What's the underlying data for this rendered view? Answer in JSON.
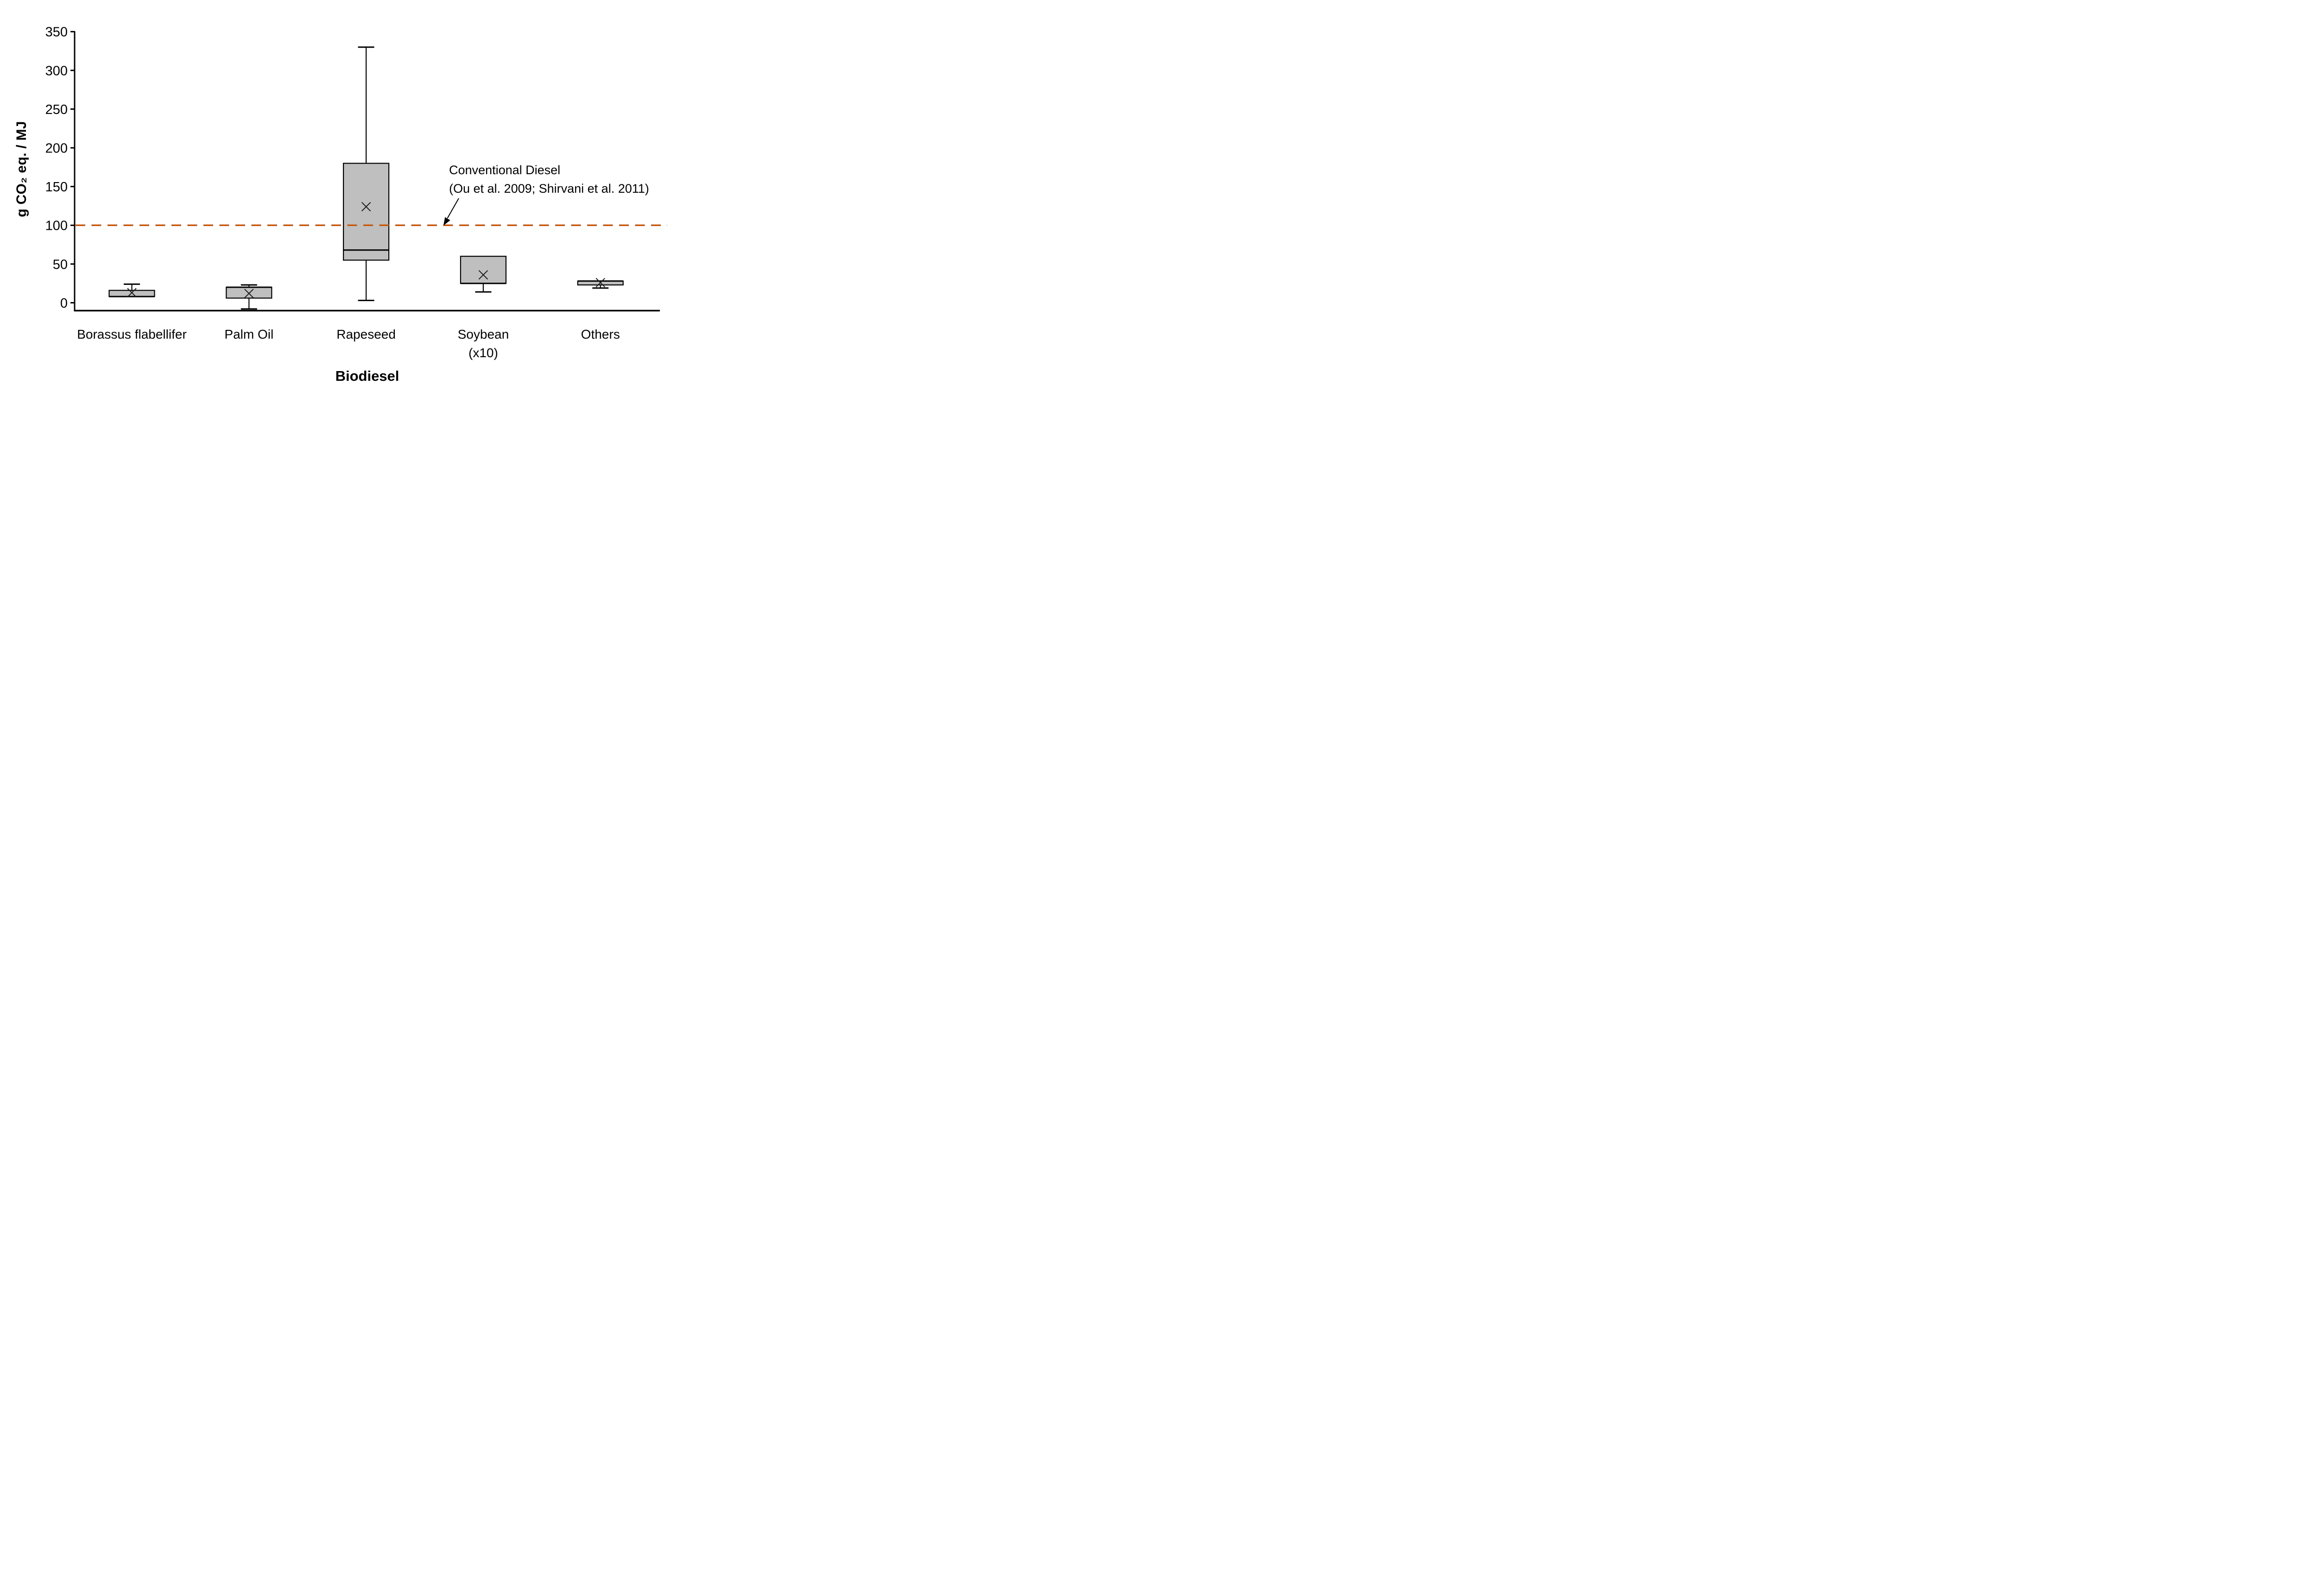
{
  "chart_data": {
    "type": "boxplot",
    "title": "",
    "xlabel": "Biodiesel",
    "ylabel": "g CO₂ eq. / MJ",
    "ylim": [
      -11,
      350
    ],
    "yticks": [
      0,
      50,
      100,
      150,
      200,
      250,
      300,
      350
    ],
    "grid": false,
    "legend": false,
    "categories": [
      "Borassus flabellifer",
      "Palm Oil",
      "Rapeseed",
      "Soybean\n(x10)",
      "Others"
    ],
    "series": [
      {
        "name": "Borassus flabellifer",
        "min": 8,
        "q1": 8,
        "median": 8,
        "q3": 16,
        "max": 24,
        "mean": 13
      },
      {
        "name": "Palm Oil",
        "min": -8,
        "q1": 6,
        "median": 20,
        "q3": 20,
        "max": 23,
        "mean": 12
      },
      {
        "name": "Rapeseed",
        "min": 3,
        "q1": 55,
        "median": 68,
        "q3": 180,
        "max": 330,
        "mean": 124
      },
      {
        "name": "Soybean (x10)",
        "min": 14,
        "q1": 25,
        "median": 25,
        "q3": 60,
        "max": 60,
        "mean": 36
      },
      {
        "name": "Others",
        "min": 19,
        "q1": 23,
        "median": 28,
        "q3": 28,
        "max": 28,
        "mean": 26
      }
    ],
    "reference_line": {
      "value": 100,
      "style": "dashed",
      "color": "#C55A11"
    },
    "box_fill": "#BFBFBF",
    "box_stroke": "#000000",
    "axis_color": "#000000"
  },
  "annotation": {
    "line1": "Conventional Diesel",
    "line2": "(Ou et al. 2009; Shirvani et al. 2011)",
    "arrow_points_to_value": 100
  }
}
